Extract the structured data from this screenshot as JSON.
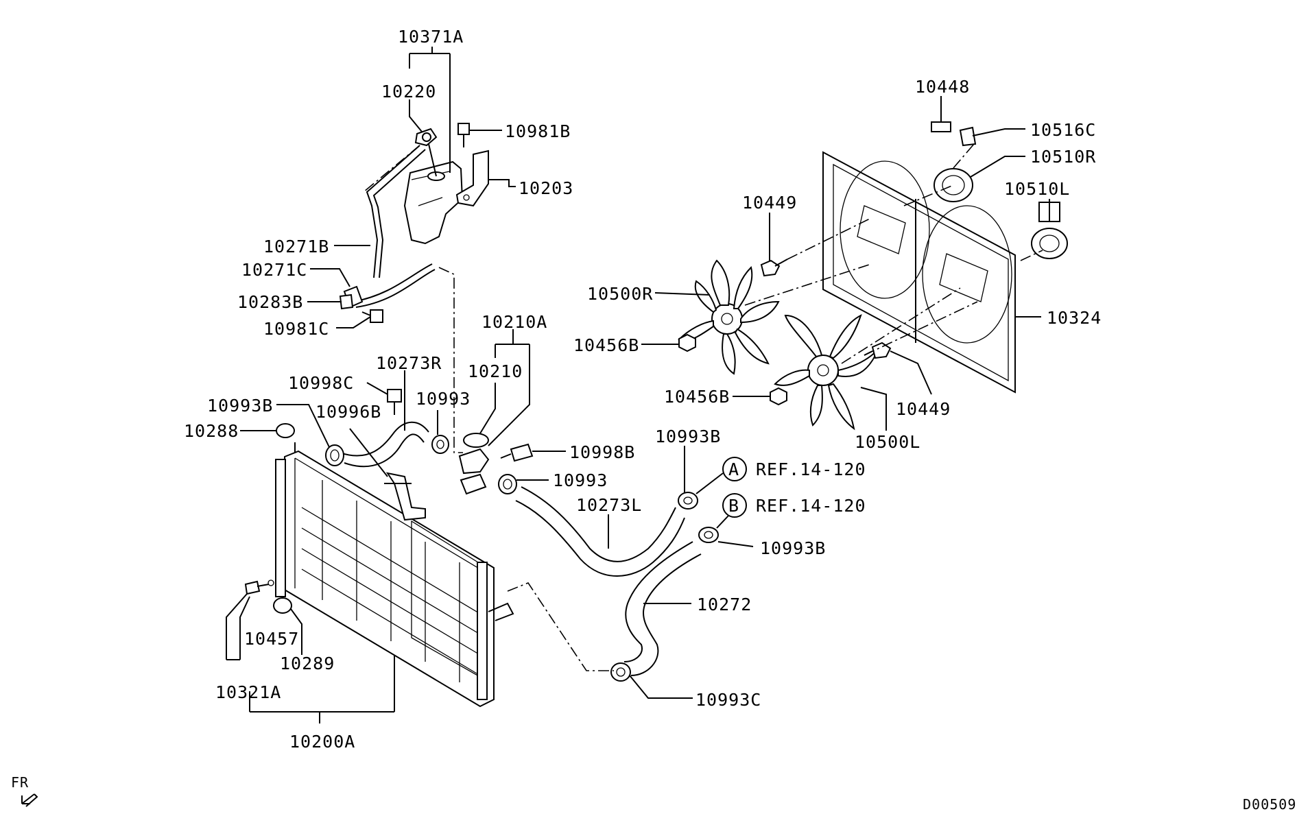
{
  "labels": {
    "l10371A": "10371A",
    "l10220": "10220",
    "l10981B": "10981B",
    "l10203": "10203",
    "l10271B": "10271B",
    "l10271C": "10271C",
    "l10283B": "10283B",
    "l10981C": "10981C",
    "l10210A": "10210A",
    "l10210": "10210",
    "l10273R": "10273R",
    "l10998C": "10998C",
    "l10993a": "10993",
    "l10993B_a": "10993B",
    "l10996B": "10996B",
    "l10288": "10288",
    "l10998B": "10998B",
    "l10993b": "10993",
    "l10993B_b": "10993B",
    "l10273L": "10273L",
    "l10993B_c": "10993B",
    "l10272": "10272",
    "l10457": "10457",
    "l10289": "10289",
    "l10321A": "10321A",
    "l10200A": "10200A",
    "l10993C": "10993C",
    "l10448": "10448",
    "l10516C": "10516C",
    "l10510R": "10510R",
    "l10510L": "10510L",
    "l10449a": "10449",
    "l10500R": "10500R",
    "l10456B_a": "10456B",
    "l10324": "10324",
    "l10456B_b": "10456B",
    "l10449b": "10449",
    "l10500L": "10500L",
    "refA_letter": "A",
    "refA_text": "REF.14-120",
    "refB_letter": "B",
    "refB_text": "REF.14-120",
    "fr": "FR",
    "code": "D00509"
  }
}
